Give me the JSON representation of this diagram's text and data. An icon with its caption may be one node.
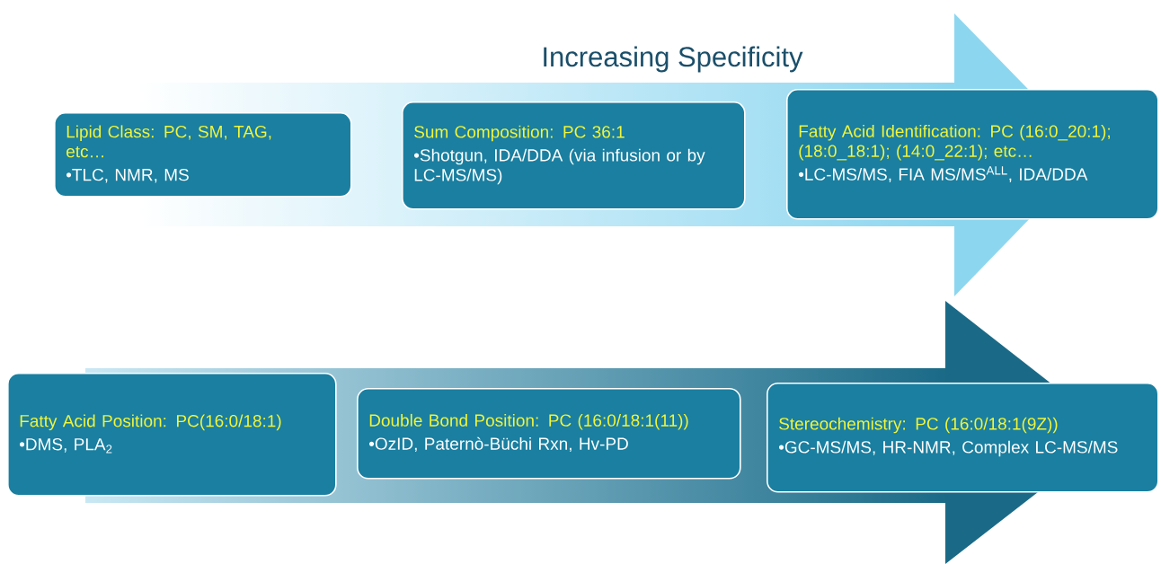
{
  "diagram": {
    "title": "Increasing Specificity",
    "nodes": [
      {
        "text": [
          "Lipid Class: PC, SM, TAG, etc…",
          "•TLC, NMR, MS"
        ]
      },
      {
        "text": [
          "Sum Composition:  PC 36:1",
          "•Shotgun, IDA/DDA (via infusion or by LC-MS/MS)"
        ]
      },
      {
        "text": [
          "Fatty Acid Identification: PC (16:0_20:1); (18:0_18:1); (14:0_22:1); etc…",
          "•LC-MS/MS, FIA MS/MS$^{ALL}$, IDA/DDA"
        ]
      },
      {
        "text": [
          "Fatty Acid Position:  PC(16:0/18:1)",
          "•DMS, PLA$_{2}$"
        ]
      },
      {
        "text": [
          "Double Bond Position: PC (16:0/18:1(11))",
          "•OzID, Paternò-Büchi Rxn, Hv-PD"
        ]
      },
      {
        "text": [
          "Stereochemistry:  PC (16:0/18:1(9Z))",
          "•GC-MS/MS, HR-NMR, Complex LC-MS/MS"
        ]
      }
    ]
  }
}
